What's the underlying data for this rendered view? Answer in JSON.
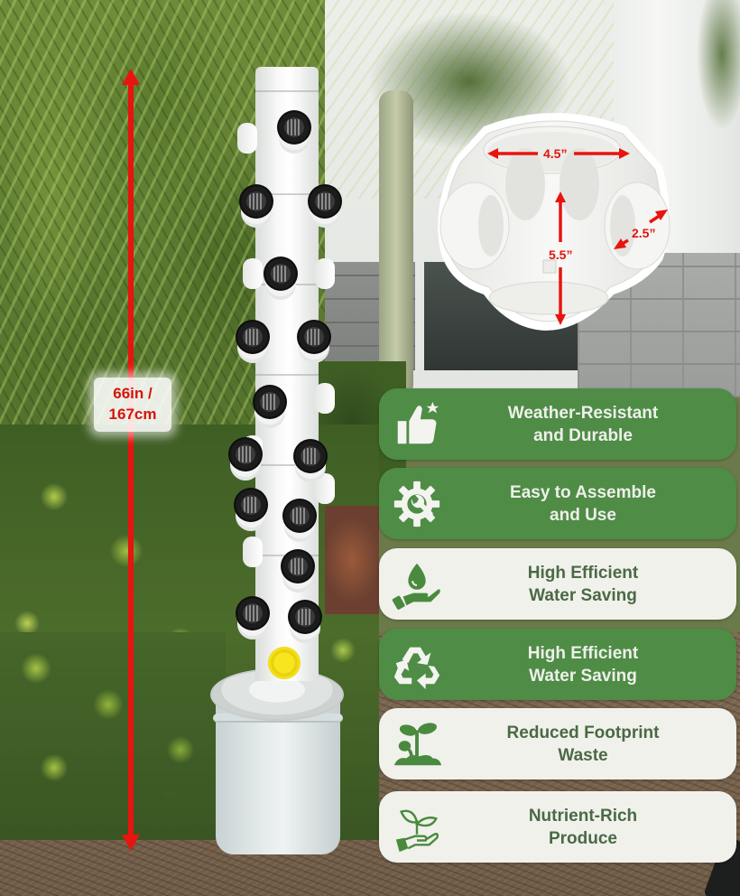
{
  "product": {
    "height_label_line1": "66in /",
    "height_label_line2": "167cm",
    "fitting_dimensions": {
      "diameter": "4.5”",
      "height": "5.5”",
      "port_diameter": "2.5”"
    }
  },
  "features": [
    {
      "line1": "Weather-Resistant",
      "line2": "and Durable",
      "icon": "thumbs-up-star-icon",
      "style": "green"
    },
    {
      "line1": "Easy to Assemble",
      "line2": "and Use",
      "icon": "gear-wrench-icon",
      "style": "green"
    },
    {
      "line1": "High Efficient",
      "line2": "Water Saving",
      "icon": "water-drop-hand-icon",
      "style": "light"
    },
    {
      "line1": "High Efficient",
      "line2": "Water Saving",
      "icon": "recycle-icon",
      "style": "green"
    },
    {
      "line1": "Reduced Footprint",
      "line2": "Waste",
      "icon": "seedling-soil-icon",
      "style": "light"
    },
    {
      "line1": "Nutrient-Rich",
      "line2": "Produce",
      "icon": "hand-plant-icon",
      "style": "light"
    }
  ],
  "colors": {
    "card_green": "#4f8c46",
    "card_light": "#f1f1ec",
    "text_on_green": "#eef0ea",
    "text_on_light": "#4a6a45",
    "icon_on_light": "#4a8a3e",
    "dimension_red": "#e8140f",
    "valve_yellow": "#f6e51f"
  }
}
